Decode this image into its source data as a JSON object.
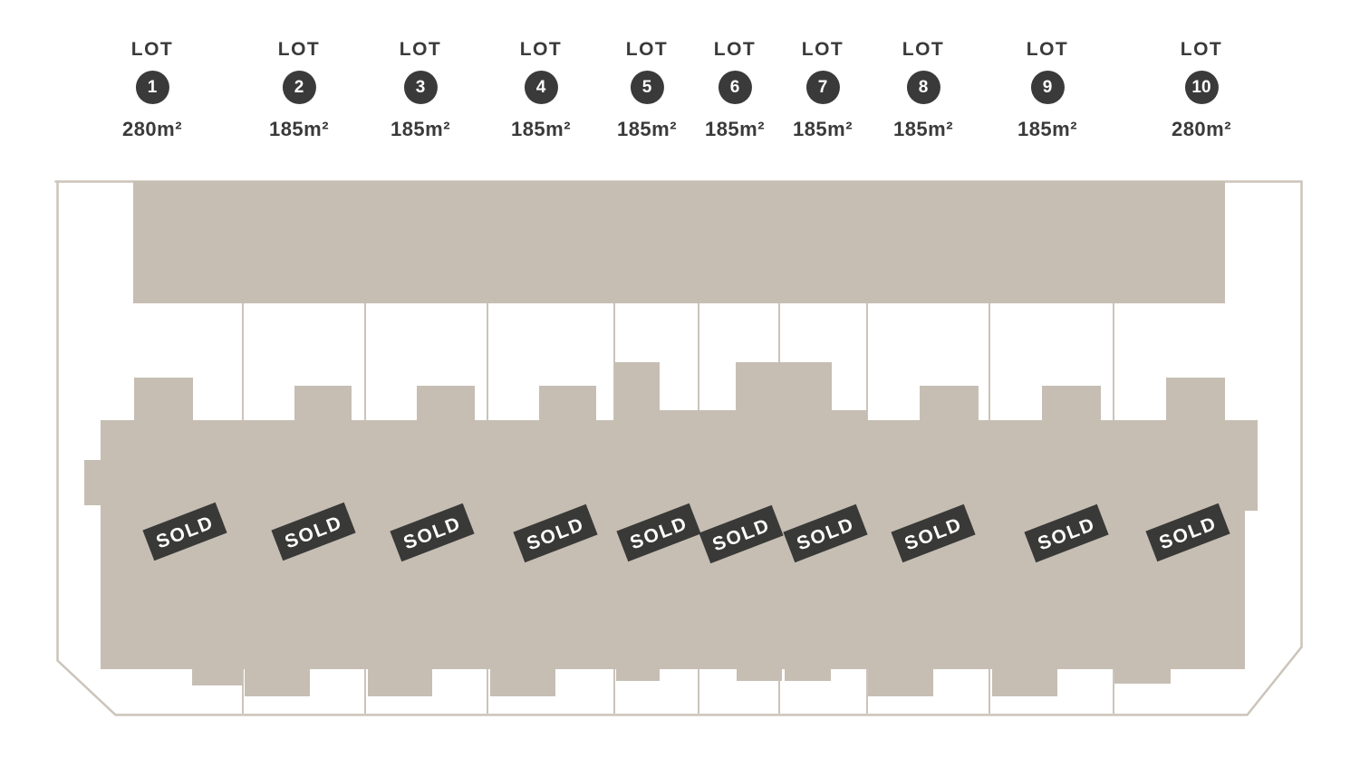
{
  "lots": [
    {
      "label": "LOT",
      "number": "1",
      "area": "280m²",
      "status": "SOLD"
    },
    {
      "label": "LOT",
      "number": "2",
      "area": "185m²",
      "status": "SOLD"
    },
    {
      "label": "LOT",
      "number": "3",
      "area": "185m²",
      "status": "SOLD"
    },
    {
      "label": "LOT",
      "number": "4",
      "area": "185m²",
      "status": "SOLD"
    },
    {
      "label": "LOT",
      "number": "5",
      "area": "185m²",
      "status": "SOLD"
    },
    {
      "label": "LOT",
      "number": "6",
      "area": "185m²",
      "status": "SOLD"
    },
    {
      "label": "LOT",
      "number": "7",
      "area": "185m²",
      "status": "SOLD"
    },
    {
      "label": "LOT",
      "number": "8",
      "area": "185m²",
      "status": "SOLD"
    },
    {
      "label": "LOT",
      "number": "9",
      "area": "185m²",
      "status": "SOLD"
    },
    {
      "label": "LOT",
      "number": "10",
      "area": "280m²",
      "status": "SOLD"
    }
  ],
  "colors": {
    "ink": "#3a3a3a",
    "plan_fill": "#c6beb3",
    "plan_outline": "#ccc4ba",
    "badge_bg": "#393938",
    "badge_text": "#ffffff"
  }
}
